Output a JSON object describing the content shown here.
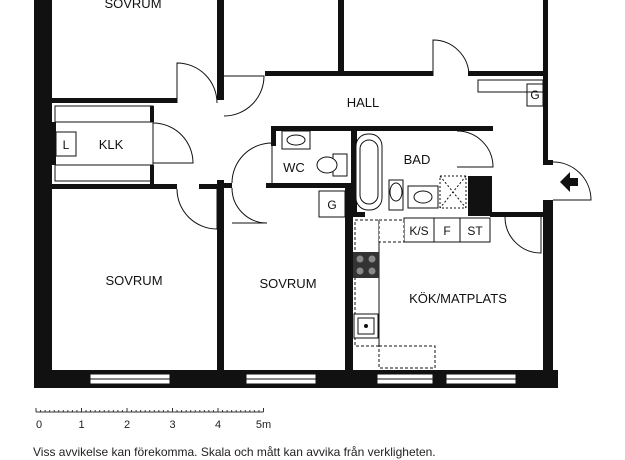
{
  "rooms": {
    "sovrum_top": "SOVRUM",
    "hall": "HALL",
    "klk": "KLK",
    "wc": "WC",
    "bad": "BAD",
    "sovrum_left": "SOVRUM",
    "sovrum_mid": "SOVRUM",
    "kok": "KÖK/MATPLATS"
  },
  "fixtures": {
    "l": "L",
    "g_hall": "G",
    "g_mid": "G",
    "ks": "K/S",
    "f": "F",
    "st": "ST"
  },
  "scale": {
    "ticks": [
      "0",
      "1",
      "2",
      "3",
      "4",
      "5m"
    ]
  },
  "disclaimer": "Viss avvikelse kan förekomma. Skala och mått kan avvika från verkligheten."
}
